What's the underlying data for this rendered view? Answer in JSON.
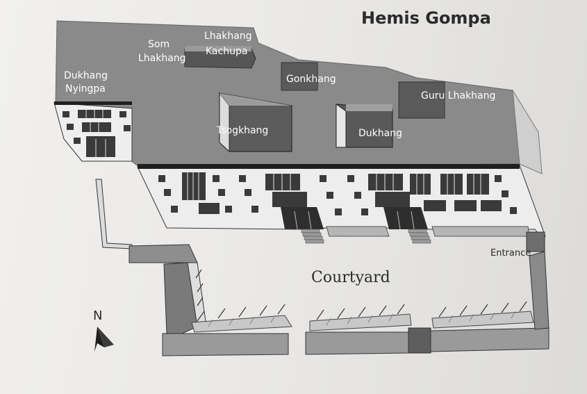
{
  "title": "Hemis Gompa",
  "labels": {
    "dukhang_nyingpa_1": "Dukhang",
    "dukhang_nyingpa_2": "Nyingpa",
    "som_lhakhang_1": "Som",
    "som_lhakhang_2": "Lhakhang",
    "lhakhang_kachupa_1": "Lhakhang",
    "lhakhang_kachupa_2": "Kachupa",
    "gonkhang": "Gonkhang",
    "guru_lhakhang": "Guru Lhakhang",
    "tsogkhang": "Tsogkhang",
    "dukhang": "Dukhang",
    "courtyard": "Courtyard",
    "entrance": "Entrance",
    "north": "N"
  },
  "colors": {
    "roof": "#8a8a8a",
    "roof_dark": "#6a6a6a",
    "block_dark": "#4e4e4e",
    "wall": "#ededed",
    "window": "#3a3a3a",
    "outline": "#1f1f1f"
  },
  "icons": {
    "north_arrow": "north-arrow-icon"
  }
}
